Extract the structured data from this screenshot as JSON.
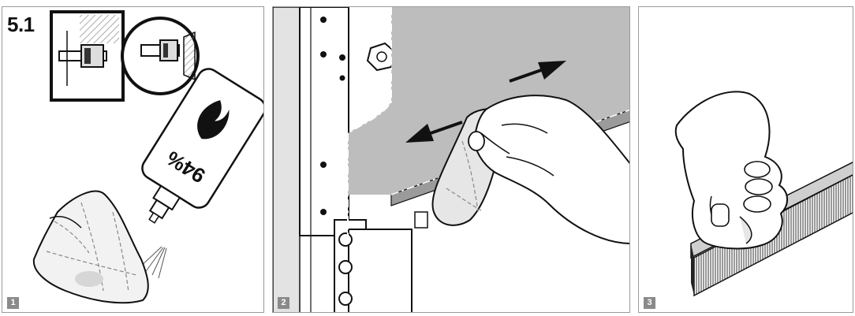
{
  "section_number": "5.1",
  "bottle_label": "94%",
  "steps": [
    {
      "label": "1"
    },
    {
      "label": "2"
    },
    {
      "label": "3"
    }
  ],
  "colors": {
    "line": "#1a1a1a",
    "gray_fill": "#bdbdbd",
    "light_fill": "#e6e6e6",
    "badge": "#8a8a8a",
    "panel_border": "#9a9a9a"
  }
}
